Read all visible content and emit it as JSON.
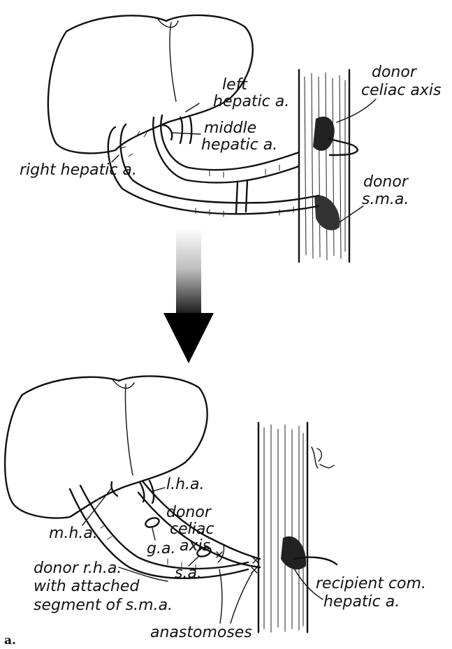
{
  "top": {
    "labels": {
      "left_hepatic": [
        "left",
        "hepatic a."
      ],
      "middle_hepatic": [
        "middle",
        "hepatic a."
      ],
      "right_hepatic": "right hepatic a.",
      "donor_celiac": [
        "donor",
        "celiac axis"
      ],
      "donor_sma": [
        "donor",
        "s.m.a."
      ]
    }
  },
  "bottom": {
    "labels": {
      "lha": "l.h.a.",
      "donor_celiac": [
        "donor",
        "celiac",
        "axis"
      ],
      "mha": "m.h.a.",
      "ga": "g.a.",
      "sa": "s.a.",
      "donor_rha": [
        "donor r.h.a.",
        "with attached",
        "segment of s.m.a."
      ],
      "recipient": [
        "recipient com.",
        "hepatic a."
      ],
      "anastomoses": "anastomoses"
    }
  },
  "panel_label": "a.",
  "arrow_color": "#000000"
}
